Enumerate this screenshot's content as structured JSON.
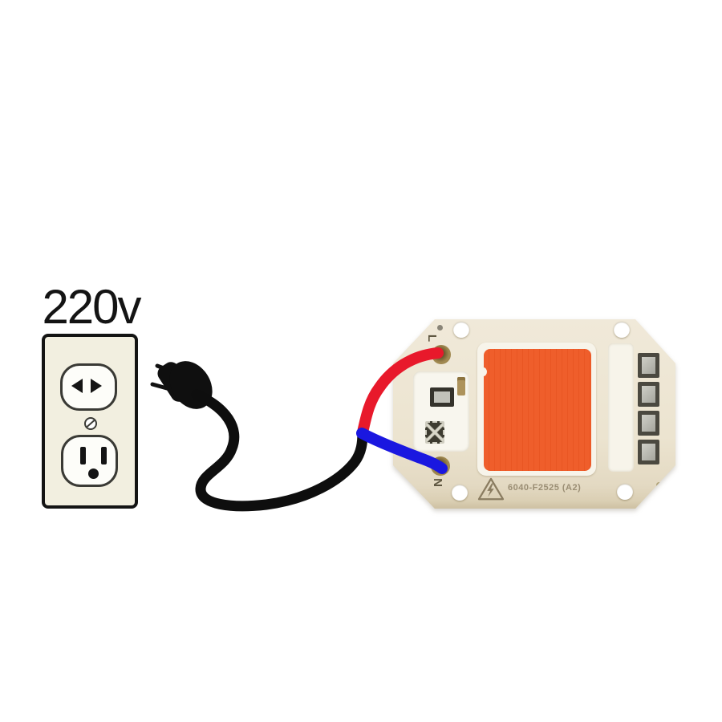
{
  "scene": {
    "voltage_label": "220v",
    "description": "Wiring diagram showing a 220v wall outlet powering an AC COB LED module through a two-prong plug, with live and neutral wires"
  },
  "outlet": {
    "icon": "duplex-power-outlet",
    "plate_color": "#f2efe0",
    "screw_icon": "slotted-screw"
  },
  "power_cord": {
    "plug_icon": "two-prong-plug",
    "cord_color": "#0e0e0e"
  },
  "wires": {
    "live_color": "#e8192b",
    "neutral_color": "#1a17e0"
  },
  "led_module": {
    "terminal_live_label": "L",
    "terminal_neutral_label": "N",
    "part_number": "6040-F2525 (A2)",
    "board_color": "#ece4d0",
    "cob_color": "#ef5e2b",
    "warning_icon": "high-voltage-warning-triangle"
  }
}
